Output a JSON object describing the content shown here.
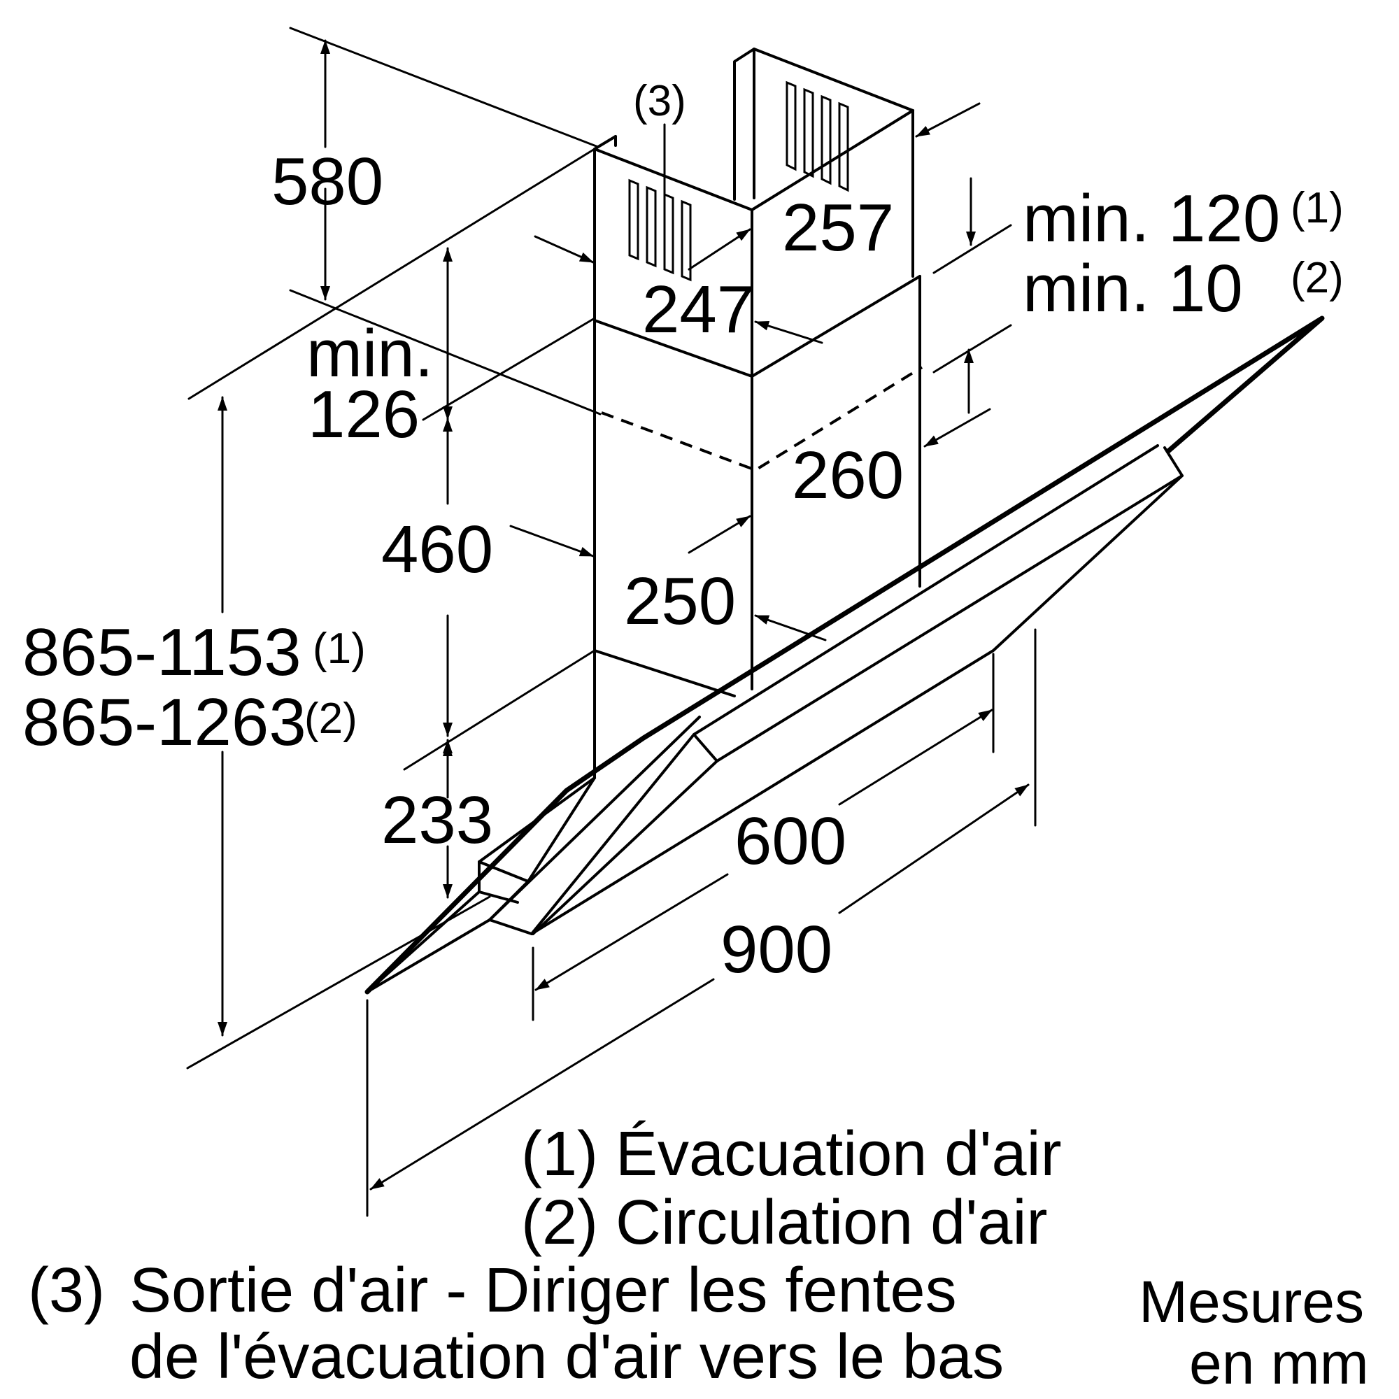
{
  "dimensions": {
    "chimney_top_height": "580",
    "chimney_top_depth": "257",
    "chimney_top_width": "247",
    "min_126_line1": "min.",
    "min_126_line2": "126",
    "chimney_bottom_height": "460",
    "chimney_bottom_depth": "260",
    "chimney_bottom_width": "250",
    "canopy_height": "233",
    "depth_600": "600",
    "width_900": "900",
    "total_height_1": "865-1153",
    "total_height_2": "865-1263",
    "min_120": "min. 120",
    "min_10": "min. 10"
  },
  "notes": {
    "ref1": "(1)",
    "ref2": "(2)",
    "ref3": "(3)"
  },
  "legend": {
    "item1": "(1) Évacuation d'air",
    "item2": "(2) Circulation d'air",
    "item3_ref": "(3)",
    "item3_line1": "Sortie d'air - Diriger les fentes",
    "item3_line2": "de l'évacuation d'air vers le bas"
  },
  "units": {
    "line1": "Mesures",
    "line2": "en mm"
  }
}
